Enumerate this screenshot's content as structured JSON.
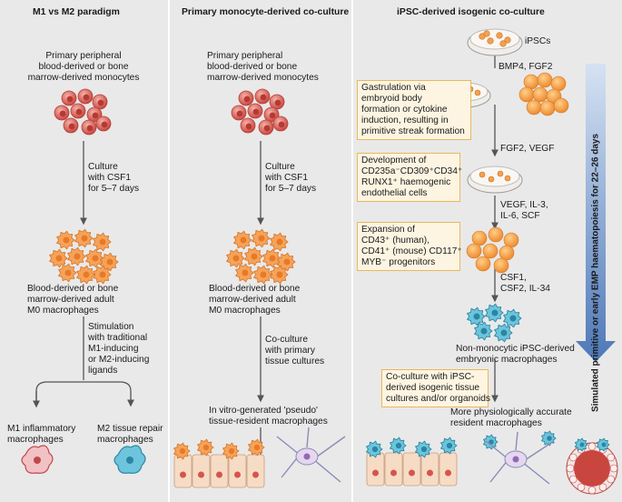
{
  "panels": {
    "m1m2": {
      "title": "M1 vs M2 paradigm",
      "source": [
        "Primary peripheral",
        "blood-derived or bone",
        "marrow-derived monocytes"
      ],
      "step1": [
        "Culture",
        "with CSF1",
        "for 5–7 days"
      ],
      "m0": [
        "Blood-derived or bone",
        "marrow-derived adult",
        "M0 macrophages"
      ],
      "step2": [
        "Stimulation",
        "with traditional",
        "M1-inducing",
        "or M2-inducing",
        "ligands"
      ],
      "m1": [
        "M1 inflammatory",
        "macrophages"
      ],
      "m2": [
        "M2 tissue repair",
        "macrophages"
      ]
    },
    "primary": {
      "title": "Primary monocyte-derived co-culture",
      "source": [
        "Primary peripheral",
        "blood-derived or bone",
        "marrow-derived monocytes"
      ],
      "step1": [
        "Culture",
        "with CSF1",
        "for 5–7 days"
      ],
      "m0": [
        "Blood-derived or bone",
        "marrow-derived adult",
        "M0 macrophages"
      ],
      "step2": [
        "Co-culture",
        "with primary",
        "tissue cultures"
      ],
      "result": [
        "In vitro-generated 'pseudo'",
        "tissue-resident macrophages"
      ]
    },
    "ipsc": {
      "title": "iPSC-derived isogenic co-culture",
      "ipscs": "iPSCs",
      "f1": "BMP4, FGF2",
      "box1": [
        "Gastrulation via",
        "embryoid body",
        "formation or cytokine",
        "induction, resulting in",
        "primitive streak formation"
      ],
      "f2": "FGF2, VEGF",
      "box2": [
        "Development of",
        "CD235a⁻CD309⁺CD34⁺",
        "RUNX1⁺ haemogenic",
        "endothelial cells"
      ],
      "f3": [
        "VEGF, IL-3,",
        "IL-6, SCF"
      ],
      "box3": [
        "Expansion of",
        "CD43⁺ (human),",
        "CD41⁺ (mouse) CD117⁺",
        "MYB⁻ progenitors"
      ],
      "f4": [
        "CSF1,",
        "CSF2, IL-34"
      ],
      "macro": [
        "Non-monocytic iPSC-derived",
        "embryonic macrophages"
      ],
      "box4": [
        "Co-culture with iPSC-",
        "derived isogenic tissue",
        "cultures and/or organoids"
      ],
      "final": [
        "More physiologically accurate",
        "resident macrophages"
      ],
      "timeline": "Simulated primitive or early EMP haematopoiesis for 22–26 days"
    }
  },
  "colors": {
    "monocyte": "#d9605a",
    "macrophage": "#f29a4e",
    "m2": "#4cb3cf",
    "box_fill": "#fdf5e2",
    "box_border": "#e8b85a",
    "timeline": "#4d78b8"
  }
}
